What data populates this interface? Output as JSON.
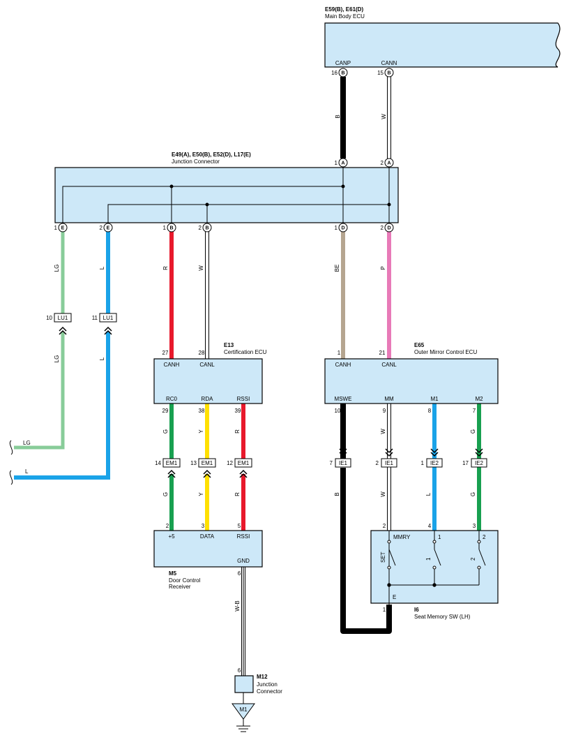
{
  "components": {
    "main_body_ecu": {
      "code": "E59(B), E61(D)",
      "name": "Main Body ECU",
      "pins": {
        "canp": "CANP",
        "cann": "CANN"
      }
    },
    "junction_connector": {
      "code": "E49(A), E50(B), E52(D), L17(E)",
      "name": "Junction Connector"
    },
    "certification_ecu": {
      "code": "E13",
      "name": "Certification ECU",
      "pins": {
        "canh": "CANH",
        "canl": "CANL",
        "rc0": "RC0",
        "rda": "RDA",
        "rssi": "RSSI"
      }
    },
    "outer_mirror_ecu": {
      "code": "E65",
      "name": "Outer Mirror Control ECU",
      "pins": {
        "canh": "CANH",
        "canl": "CANL",
        "mswe": "MSWE",
        "mm": "MM",
        "m1": "M1",
        "m2": "M2"
      }
    },
    "door_control_receiver": {
      "code": "M5",
      "name_line1": "Door Control",
      "name_line2": "Receiver",
      "pins": {
        "plus5": "+5",
        "data": "DATA",
        "rssi": "RSSI",
        "gnd": "GND"
      }
    },
    "seat_memory_sw": {
      "code": "I6",
      "name": "Seat Memory SW (LH)",
      "pins": {
        "mmry": "MMRY",
        "one": "1",
        "two": "2",
        "e": "E"
      },
      "switch_labels": {
        "set": "SET",
        "one": "1",
        "two": "2"
      }
    },
    "junction_connector_m12": {
      "code": "M12",
      "name_line1": "Junction",
      "name_line2": "Connector",
      "ground_label": "M1"
    }
  },
  "connector_letters": {
    "a": "A",
    "b": "B",
    "d": "D",
    "e": "E"
  },
  "pin_numbers": {
    "canp": "16",
    "cann": "15",
    "jc_a1": "1",
    "jc_a2": "2",
    "jc_e1": "1",
    "jc_e2": "2",
    "jc_b1": "1",
    "jc_b2": "2",
    "jc_d1": "1",
    "jc_d2": "2",
    "lu1_lg": "10",
    "lu1_l": "11",
    "e13_canh": "27",
    "e13_canl": "28",
    "e13_rc0": "29",
    "e13_rda": "38",
    "e13_rssi": "39",
    "em1_g": "14",
    "em1_y": "13",
    "em1_r": "12",
    "m5_plus5": "2",
    "m5_data": "3",
    "m5_rssi": "5",
    "m5_gnd": "6",
    "m12": "6",
    "e65_canh": "1",
    "e65_canl": "21",
    "e65_mswe": "10",
    "e65_mm": "9",
    "e65_m1": "8",
    "e65_m2": "7",
    "ie1_b": "7",
    "ie1_w": "2",
    "ie2_l": "1",
    "ie2_g": "17",
    "i6_mmry": "2",
    "i6_1": "4",
    "i6_2": "3",
    "i6_e": "1"
  },
  "inline_connectors": {
    "lu1": "LU1",
    "em1": "EM1",
    "ie1": "IE1",
    "ie2": "IE2"
  },
  "wire_colors": {
    "b": "B",
    "w": "W",
    "lg": "LG",
    "l": "L",
    "r": "R",
    "be": "BE",
    "p": "P",
    "g": "G",
    "y": "Y",
    "wb": "W-B"
  },
  "color_palette": {
    "box_fill": "#cde8f8",
    "black": "#000000",
    "white": "#ffffff",
    "light_green": "#88cc99",
    "blue": "#1aa3e8",
    "red": "#e8192c",
    "beige": "#b5a590",
    "pink": "#e87ab8",
    "green": "#18a050",
    "yellow": "#ffe000"
  }
}
